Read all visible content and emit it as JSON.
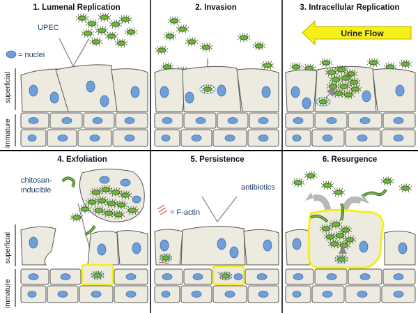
{
  "panels": [
    {
      "title": "1. Lumenal Replication"
    },
    {
      "title": "2. Invasion"
    },
    {
      "title": "3. Intracellular Replication"
    },
    {
      "title": "4. Exfoliation"
    },
    {
      "title": "5. Persistence"
    },
    {
      "title": "6. Resurgence"
    }
  ],
  "labels": {
    "upec": "UPEC",
    "nuclei": "= nuclei",
    "urine_flow": "Urine Flow",
    "chitosan_line1": "chitosan-",
    "chitosan_line2": "inducible",
    "f_actin": "= F-actin",
    "antibiotics": "antibiotics",
    "superficial": "superficial",
    "immature": "immature"
  },
  "colors": {
    "cell_fill": "#edeae0",
    "nucleus": "#6f9fd8",
    "bacteria": "#6fb33c",
    "arrow_yellow": "#f7ef1a",
    "highlight_yellow": "#f3ee1c",
    "f_actin": "#d9534f",
    "text_blue": "#1d3d6b"
  }
}
